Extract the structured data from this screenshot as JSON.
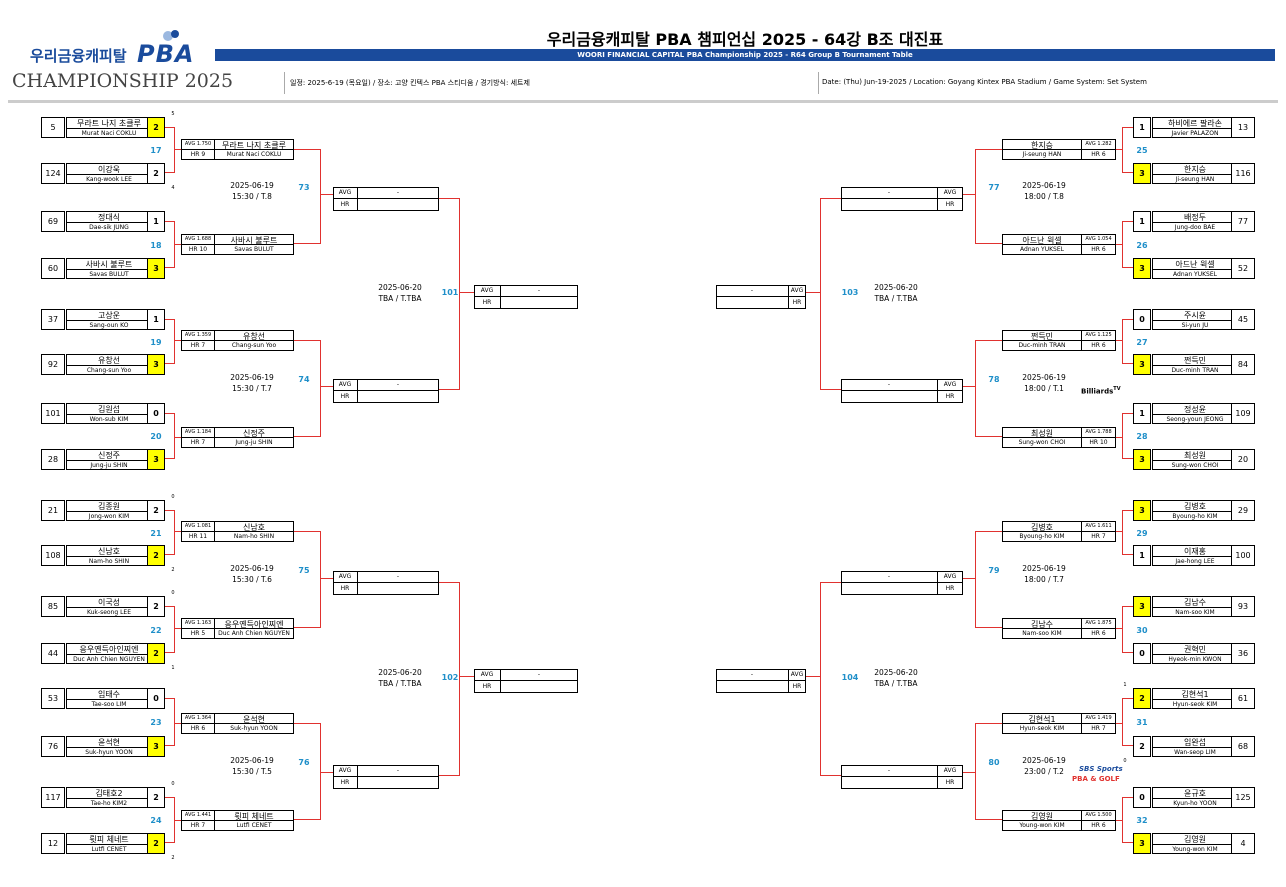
{
  "header": {
    "logo_top": "우리금융캐피탈",
    "logo_pba": "PBA",
    "logo_sub": "CHAMPIONSHIP 2025",
    "title": "우리금융캐피탈 PBA 챔피언십 2025 - 64강 B조 대진표",
    "banner": "WOORI FINANCIAL CAPITAL PBA Championship 2025 - R64 Group B Tournament Table",
    "info_kr": "일정: 2025-6-19 (목요일) / 장소: 고양 킨텍스 PBA 스티디움 / 경기방식: 세트제",
    "info_en": "Date: (Thu) Jun-19-2025 / Location: Goyang Kintex PBA Stadium / Game System: Set System"
  },
  "labels": {
    "avg": "AVG",
    "hr": "HR",
    "dash": "-"
  },
  "broadcast": {
    "billiards": "Billiards",
    "tv": "TV",
    "sbs": "SBS Sports",
    "pba_golf": "PBA & GOLF"
  },
  "left_r1": [
    {
      "seed": "5",
      "kr": "무라트 나지 초클루",
      "en": "Murat Naci COKLU",
      "score": "2",
      "win": true,
      "set": "5"
    },
    {
      "seed": "124",
      "kr": "이강욱",
      "en": "Kang-wook LEE",
      "score": "2",
      "win": false,
      "set": "4"
    },
    {
      "seed": "69",
      "kr": "정대식",
      "en": "Dae-sik JUNG",
      "score": "1",
      "win": false,
      "set": ""
    },
    {
      "seed": "60",
      "kr": "사바시 불루트",
      "en": "Savas BULUT",
      "score": "3",
      "win": true,
      "set": ""
    },
    {
      "seed": "37",
      "kr": "고상운",
      "en": "Sang-oun KO",
      "score": "1",
      "win": false,
      "set": ""
    },
    {
      "seed": "92",
      "kr": "유창선",
      "en": "Chang-sun Yoo",
      "score": "3",
      "win": true,
      "set": ""
    },
    {
      "seed": "101",
      "kr": "김원섭",
      "en": "Won-sub KIM",
      "score": "0",
      "win": false,
      "set": ""
    },
    {
      "seed": "28",
      "kr": "신정주",
      "en": "Jung-ju SHIN",
      "score": "3",
      "win": true,
      "set": ""
    },
    {
      "seed": "21",
      "kr": "김종원",
      "en": "Jong-won KIM",
      "score": "2",
      "win": false,
      "set": "0"
    },
    {
      "seed": "108",
      "kr": "신남호",
      "en": "Nam-ho SHIN",
      "score": "2",
      "win": true,
      "set": "2"
    },
    {
      "seed": "85",
      "kr": "이국성",
      "en": "Kuk-seong LEE",
      "score": "2",
      "win": false,
      "set": "0"
    },
    {
      "seed": "44",
      "kr": "응우옌득아인찌엔",
      "en": "Duc Anh Chien NGUYEN",
      "score": "2",
      "win": true,
      "set": "1"
    },
    {
      "seed": "53",
      "kr": "임태수",
      "en": "Tae-soo LIM",
      "score": "0",
      "win": false,
      "set": ""
    },
    {
      "seed": "76",
      "kr": "윤석현",
      "en": "Suk-hyun YOON",
      "score": "3",
      "win": true,
      "set": ""
    },
    {
      "seed": "117",
      "kr": "김태호2",
      "en": "Tae-ho KIM2",
      "score": "2",
      "win": false,
      "set": "0"
    },
    {
      "seed": "12",
      "kr": "륏피 체네트",
      "en": "Lutfi CENET",
      "score": "2",
      "win": true,
      "set": "2"
    }
  ],
  "right_r1": [
    {
      "seed": "13",
      "kr": "하비에르 팔라손",
      "en": "Javier PALAZON",
      "score": "1",
      "win": false,
      "set": ""
    },
    {
      "seed": "116",
      "kr": "한지승",
      "en": "Ji-seung HAN",
      "score": "3",
      "win": true,
      "set": ""
    },
    {
      "seed": "77",
      "kr": "배정두",
      "en": "Jung-doo BAE",
      "score": "1",
      "win": false,
      "set": ""
    },
    {
      "seed": "52",
      "kr": "아드난 윅셀",
      "en": "Adnan YUKSEL",
      "score": "3",
      "win": true,
      "set": ""
    },
    {
      "seed": "45",
      "kr": "주시윤",
      "en": "Si-yun JU",
      "score": "0",
      "win": false,
      "set": ""
    },
    {
      "seed": "84",
      "kr": "쩐득민",
      "en": "Duc-minh TRAN",
      "score": "3",
      "win": true,
      "set": ""
    },
    {
      "seed": "109",
      "kr": "정성윤",
      "en": "Seong-youn JEONG",
      "score": "1",
      "win": false,
      "set": ""
    },
    {
      "seed": "20",
      "kr": "최성원",
      "en": "Sung-won CHOI",
      "score": "3",
      "win": true,
      "set": ""
    },
    {
      "seed": "29",
      "kr": "김병호",
      "en": "Byoung-ho KIM",
      "score": "3",
      "win": true,
      "set": ""
    },
    {
      "seed": "100",
      "kr": "이재홍",
      "en": "Jae-hong LEE",
      "score": "1",
      "win": false,
      "set": ""
    },
    {
      "seed": "93",
      "kr": "김남수",
      "en": "Nam-soo KIM",
      "score": "3",
      "win": true,
      "set": ""
    },
    {
      "seed": "36",
      "kr": "권혁민",
      "en": "Hyeok-min KWON",
      "score": "0",
      "win": false,
      "set": ""
    },
    {
      "seed": "61",
      "kr": "김현석1",
      "en": "Hyun-seok KIM",
      "score": "2",
      "win": true,
      "set": "1"
    },
    {
      "seed": "68",
      "kr": "임완섭",
      "en": "Wan-seop LIM",
      "score": "2",
      "win": false,
      "set": "0"
    },
    {
      "seed": "125",
      "kr": "윤규호",
      "en": "Kyun-ho YOON",
      "score": "0",
      "win": false,
      "set": ""
    },
    {
      "seed": "4",
      "kr": "김영원",
      "en": "Young-won KIM",
      "score": "3",
      "win": true,
      "set": ""
    }
  ],
  "left_r1_matches": [
    "17",
    "18",
    "19",
    "20",
    "21",
    "22",
    "23",
    "24"
  ],
  "right_r1_matches": [
    "25",
    "26",
    "27",
    "28",
    "29",
    "30",
    "31",
    "32"
  ],
  "left_r2": [
    {
      "avg": "AVG 1.750",
      "hr": "HR 9",
      "kr": "무라트 나지 초클루",
      "en": "Murat Naci COKLU"
    },
    {
      "avg": "AVG 1.688",
      "hr": "HR 10",
      "kr": "사바시 불루트",
      "en": "Savas BULUT"
    },
    {
      "avg": "AVG 1.359",
      "hr": "HR 7",
      "kr": "유창선",
      "en": "Chang-sun Yoo"
    },
    {
      "avg": "AVG 1.184",
      "hr": "HR 7",
      "kr": "신정주",
      "en": "Jung-ju SHIN"
    },
    {
      "avg": "AVG 1.081",
      "hr": "HR 11",
      "kr": "신남호",
      "en": "Nam-ho SHIN"
    },
    {
      "avg": "AVG 1.163",
      "hr": "HR 5",
      "kr": "응우옌득아인찌엔",
      "en": "Duc Anh Chien NGUYEN"
    },
    {
      "avg": "AVG 1.364",
      "hr": "HR 6",
      "kr": "윤석현",
      "en": "Suk-hyun YOON"
    },
    {
      "avg": "AVG 1.441",
      "hr": "HR 7",
      "kr": "륏피 체네트",
      "en": "Lutfi CENET"
    }
  ],
  "right_r2": [
    {
      "avg": "AVG 1.282",
      "hr": "HR 6",
      "kr": "한지승",
      "en": "Ji-seung HAN"
    },
    {
      "avg": "AVG 1.054",
      "hr": "HR 6",
      "kr": "아드난 윅셀",
      "en": "Adnan YUKSEL"
    },
    {
      "avg": "AVG 1.125",
      "hr": "HR 6",
      "kr": "쩐득민",
      "en": "Duc-minh TRAN"
    },
    {
      "avg": "AVG 1.788",
      "hr": "HR 10",
      "kr": "최성원",
      "en": "Sung-won CHOI"
    },
    {
      "avg": "AVG 1.611",
      "hr": "HR 7",
      "kr": "김병호",
      "en": "Byoung-ho KIM"
    },
    {
      "avg": "AVG 1.875",
      "hr": "HR 6",
      "kr": "김남수",
      "en": "Nam-soo KIM"
    },
    {
      "avg": "AVG 1.419",
      "hr": "HR 7",
      "kr": "김현석1",
      "en": "Hyun-seok KIM"
    },
    {
      "avg": "AVG 1.500",
      "hr": "HR 6",
      "kr": "김영원",
      "en": "Young-won KIM"
    }
  ],
  "left_r2_matches": [
    {
      "num": "73",
      "date": "2025-06-19",
      "time": "15:30 / T.8"
    },
    {
      "num": "74",
      "date": "2025-06-19",
      "time": "15:30 / T.7"
    },
    {
      "num": "75",
      "date": "2025-06-19",
      "time": "15:30 / T.6"
    },
    {
      "num": "76",
      "date": "2025-06-19",
      "time": "15:30 / T.5"
    }
  ],
  "right_r2_matches": [
    {
      "num": "77",
      "date": "2025-06-19",
      "time": "18:00 / T.8"
    },
    {
      "num": "78",
      "date": "2025-06-19",
      "time": "18:00 / T.1"
    },
    {
      "num": "79",
      "date": "2025-06-19",
      "time": "18:00 / T.7"
    },
    {
      "num": "80",
      "date": "2025-06-19",
      "time": "23:00 / T.2"
    }
  ],
  "left_r3_matches": [
    {
      "num": "101",
      "date": "2025-06-20",
      "time": "TBA / T.TBA"
    },
    {
      "num": "102",
      "date": "2025-06-20",
      "time": "TBA / T.TBA"
    }
  ],
  "right_r3_matches": [
    {
      "num": "103",
      "date": "2025-06-20",
      "time": "TBA / T.TBA"
    },
    {
      "num": "104",
      "date": "2025-06-20",
      "time": "TBA / T.TBA"
    }
  ]
}
